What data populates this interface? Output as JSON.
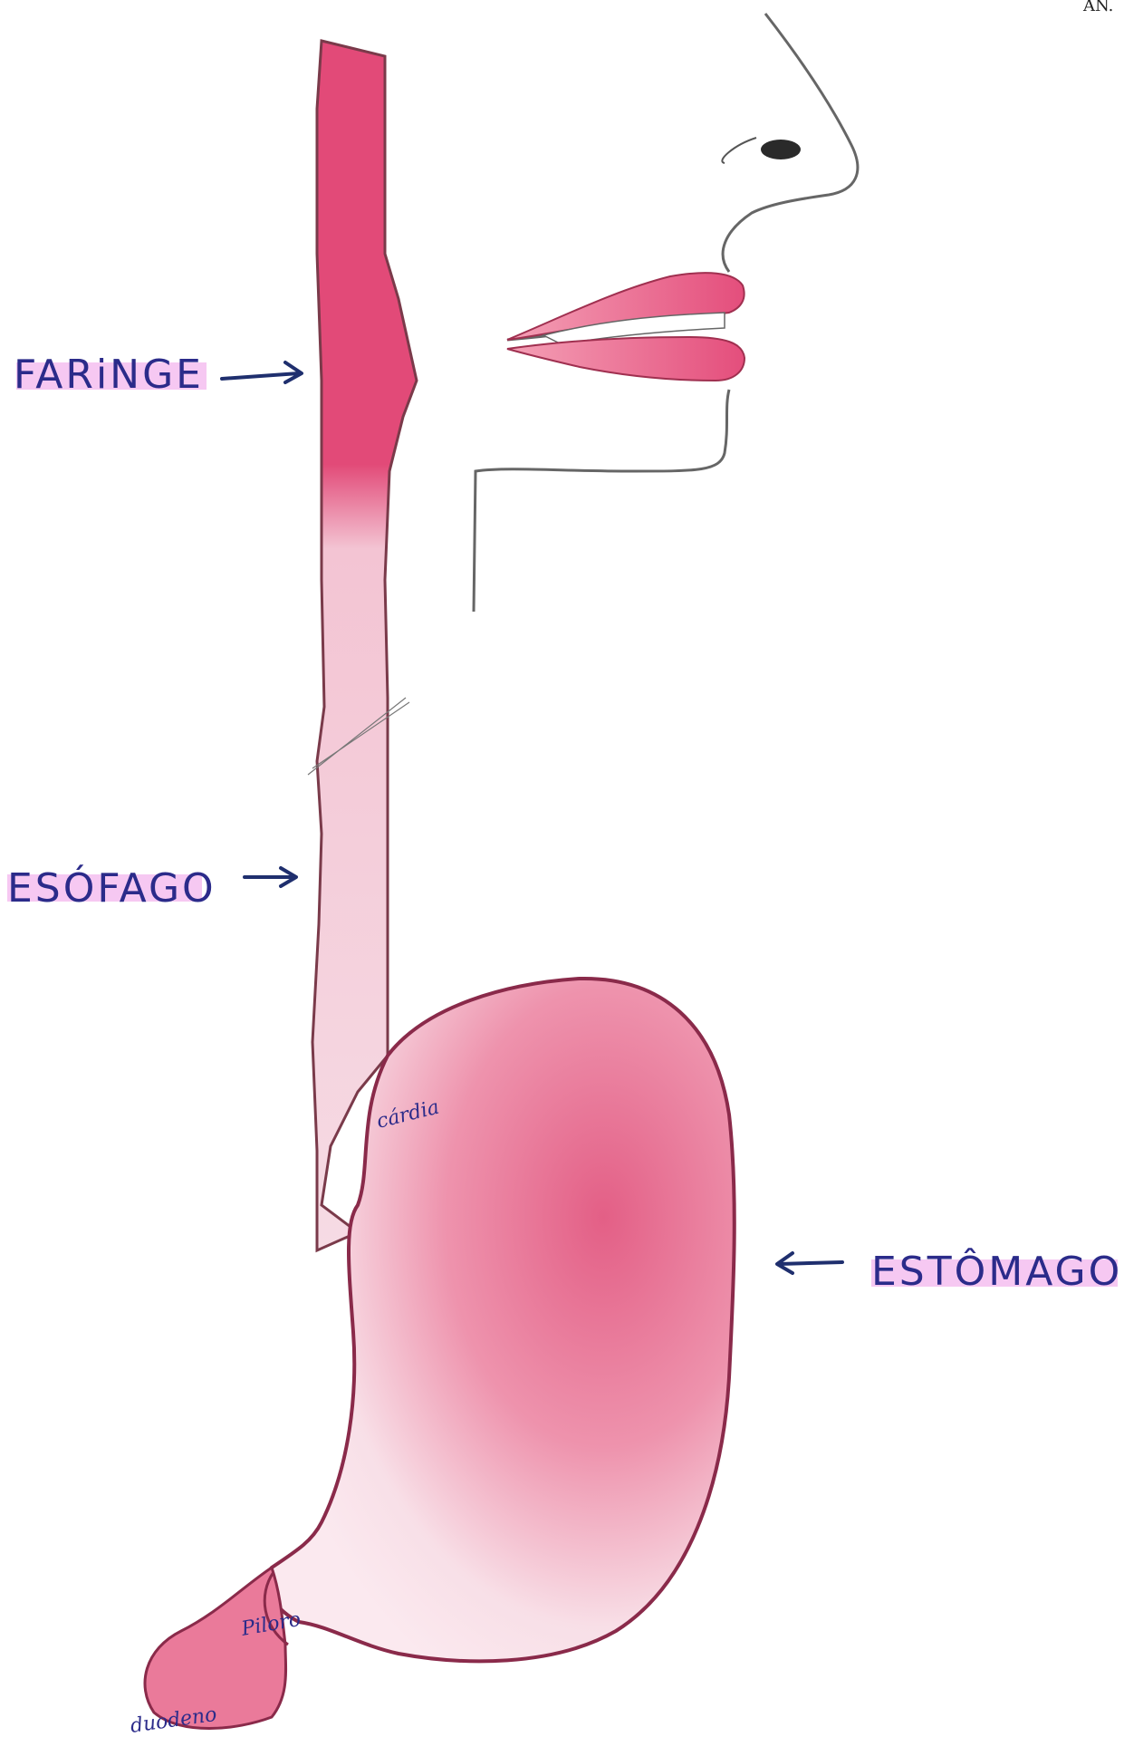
{
  "corner_mark": "AN.",
  "labels": {
    "faringe": "FARiNGE",
    "esofago": "ESÓFAGO",
    "estomago": "ESTÔMAGO",
    "cardia": "cárdia",
    "piloro": "Piloro",
    "duodeno": "duodeno"
  },
  "colors": {
    "label_ink": "#2b2b8a",
    "label_highlight": "#e070d8",
    "pharynx_fill": "#e24a78",
    "stomach_fill": "#ea7a9a",
    "stomach_light": "#f6dbe4",
    "outline": "#7a3a4a",
    "arrow": "#1f2f6e",
    "face_line": "#666666"
  },
  "icons": [
    "arrow-right-icon",
    "arrow-left-icon"
  ]
}
